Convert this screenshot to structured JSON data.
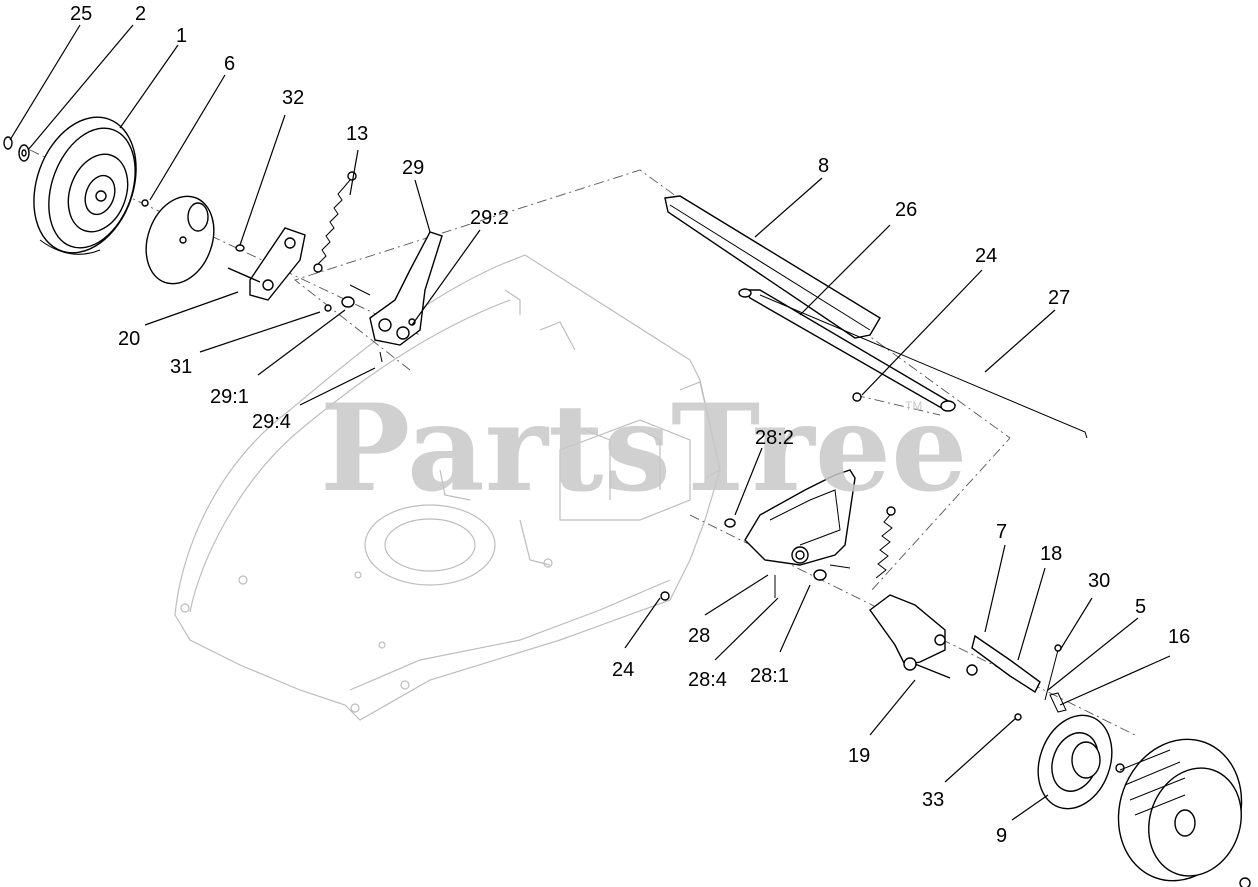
{
  "watermark": {
    "text": "PartsTree",
    "trademark": "TM"
  },
  "callouts": [
    {
      "id": "c25",
      "label": "25"
    },
    {
      "id": "c2",
      "label": "2"
    },
    {
      "id": "c1",
      "label": "1"
    },
    {
      "id": "c6",
      "label": "6"
    },
    {
      "id": "c32",
      "label": "32"
    },
    {
      "id": "c13",
      "label": "13"
    },
    {
      "id": "c29",
      "label": "29"
    },
    {
      "id": "c29-2",
      "label": "29:2"
    },
    {
      "id": "c8",
      "label": "8"
    },
    {
      "id": "c26",
      "label": "26"
    },
    {
      "id": "c24a",
      "label": "24"
    },
    {
      "id": "c27",
      "label": "27"
    },
    {
      "id": "c20",
      "label": "20"
    },
    {
      "id": "c31",
      "label": "31"
    },
    {
      "id": "c29-1",
      "label": "29:1"
    },
    {
      "id": "c29-4",
      "label": "29:4"
    },
    {
      "id": "c28-2",
      "label": "28:2"
    },
    {
      "id": "c24b",
      "label": "24"
    },
    {
      "id": "c28",
      "label": "28"
    },
    {
      "id": "c28-4",
      "label": "28:4"
    },
    {
      "id": "c28-1",
      "label": "28:1"
    },
    {
      "id": "c7",
      "label": "7"
    },
    {
      "id": "c18",
      "label": "18"
    },
    {
      "id": "c30",
      "label": "30"
    },
    {
      "id": "c5",
      "label": "5"
    },
    {
      "id": "c16",
      "label": "16"
    },
    {
      "id": "c19",
      "label": "19"
    },
    {
      "id": "c33",
      "label": "33"
    },
    {
      "id": "c9",
      "label": "9"
    }
  ]
}
